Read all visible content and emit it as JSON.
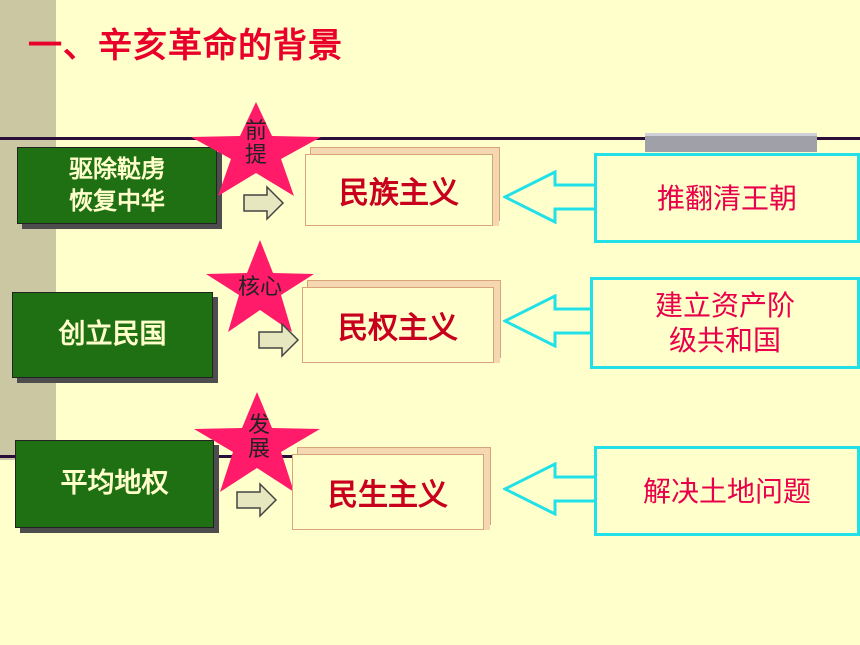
{
  "title": "一、辛亥革命的背景",
  "rows": [
    {
      "slogan": "驱除鞑虏\n恢复中华",
      "star_label": "前\n提",
      "principle": "民族主义",
      "goal": "推翻清王朝"
    },
    {
      "slogan": "创立民国",
      "star_label": "核心",
      "principle": "民权主义",
      "goal": "建立资产阶\n级共和国"
    },
    {
      "slogan": "平均地权",
      "star_label": "发\n展",
      "principle": "民生主义",
      "goal": "解决土地问题"
    }
  ],
  "colors": {
    "background": "#ffffcc",
    "title": "#e8002a",
    "green_box": "#1f6f13",
    "star": "#ff1a6a",
    "principle_text": "#c8001e",
    "goal_border": "#22e0e8",
    "goal_text": "#e8004a"
  }
}
